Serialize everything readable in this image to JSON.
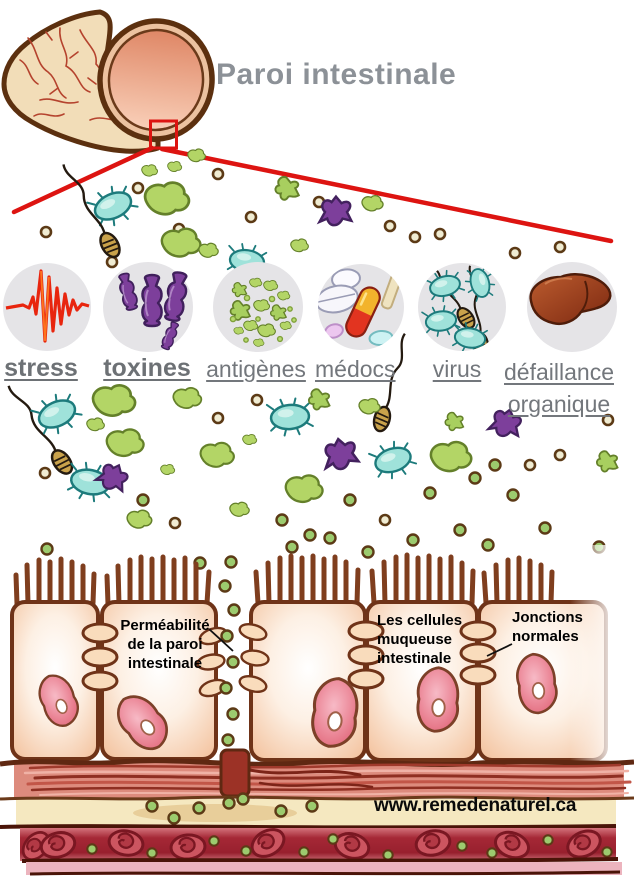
{
  "title": "Paroi intestinale",
  "palette": {
    "accent_red": "#dd1411",
    "label_gray": "#73777c",
    "title_gray": "#8c9197",
    "annotation_black": "#000000",
    "icon_circle_gray": "#e5e4e7",
    "toxin_purple": "#7d3f9b",
    "antigen_green": "#b3d566",
    "virus_teal": "#9fe2da",
    "liver_brown": "#8c3014"
  },
  "causes": {
    "items": [
      {
        "icon": "stress-wave-icon",
        "label_lines": [
          "stress"
        ]
      },
      {
        "icon": "toxin-bottles-icon",
        "label_lines": [
          "toxines"
        ]
      },
      {
        "icon": "antigen-specks-icon",
        "label_lines": [
          "antigènes"
        ]
      },
      {
        "icon": "pills-icon",
        "label_lines": [
          "médocs"
        ]
      },
      {
        "icon": "virus-bacteria-icon",
        "label_lines": [
          "virus"
        ]
      },
      {
        "icon": "liver-icon",
        "label_lines": [
          "défaillance",
          "organique"
        ]
      }
    ]
  },
  "annotations": {
    "permeability": {
      "lines": [
        "Perméabilité",
        "de la paroi",
        "intestinale"
      ]
    },
    "mucosa_cells": {
      "lines": [
        "Les cellules",
        "muqueuse",
        "intestinale"
      ]
    },
    "normal_junctions": {
      "lines": [
        "Jonctions",
        "normales"
      ]
    }
  },
  "watermark": "www.remedenaturel.ca"
}
